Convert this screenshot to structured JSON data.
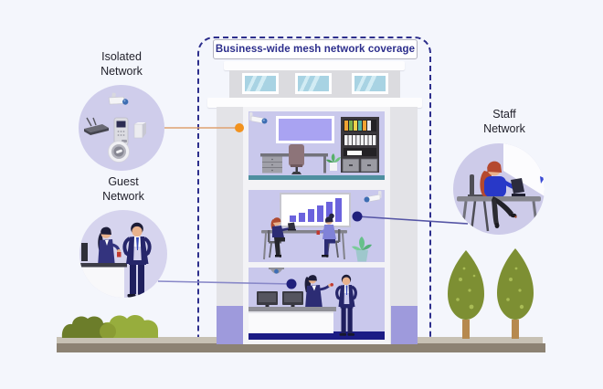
{
  "diagram": {
    "title": "Business-wide mesh network coverage"
  },
  "networks": {
    "isolated": {
      "label_line1": "Isolated",
      "label_line2": "Network"
    },
    "guest": {
      "label_line1": "Guest",
      "label_line2": "Network"
    },
    "staff": {
      "label_line1": "Staff",
      "label_line2": "Network"
    }
  },
  "building": {
    "floors": [
      "top-office",
      "meeting-room",
      "reception"
    ],
    "whiteboard_chart": {
      "type": "bar",
      "values": [
        24,
        34,
        46,
        60,
        74,
        88
      ]
    }
  },
  "icons": {
    "isolated_devices": [
      "security-camera",
      "wifi-router",
      "smart-door-lock",
      "wall-sensor",
      "smart-thermostat"
    ],
    "building_devices": [
      "security-camera-top-floor",
      "security-camera-middle-floor",
      "dome-camera-ground-floor"
    ]
  },
  "colors": {
    "accent_navy": "#2c2e8c",
    "isolated_link_orange": "#f2921e",
    "network_link_navy": "#20207c",
    "circle_lavender": "#d2d0ec",
    "floor_lavender": "#c9c8ec",
    "whiteboard_bar_purple": "#6b63dd",
    "teal_floor": "#4e8fa0",
    "reception_floor_navy": "#1b1b85"
  }
}
